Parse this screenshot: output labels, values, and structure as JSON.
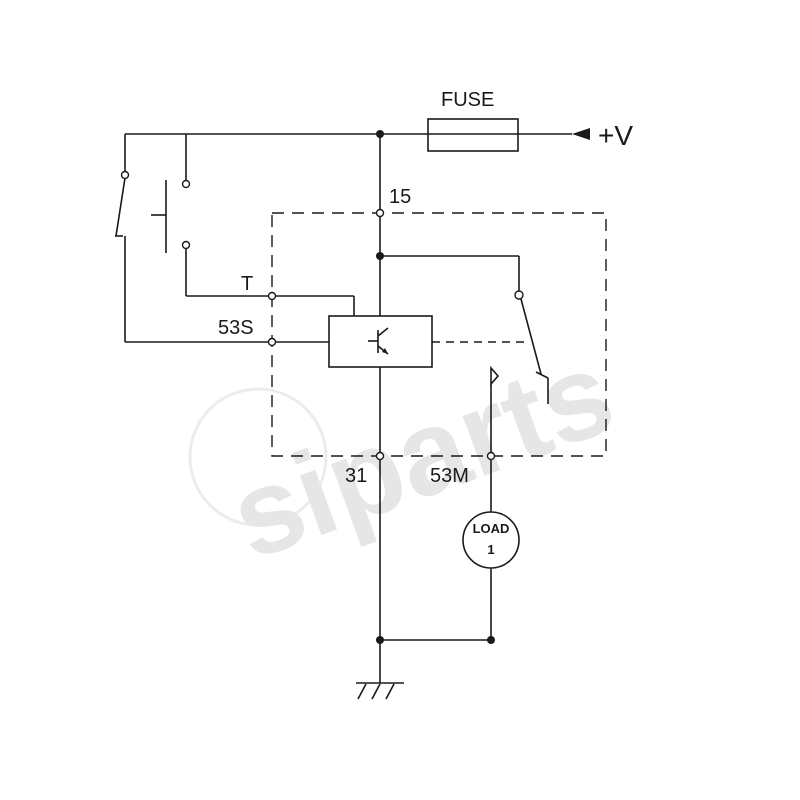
{
  "labels": {
    "fuse": "FUSE",
    "supply": "+V",
    "terminal_15": "15",
    "terminal_t": "T",
    "terminal_53s": "53S",
    "terminal_31": "31",
    "terminal_53m": "53M",
    "load_line1": "LOAD",
    "load_line2": "1"
  },
  "watermark": {
    "brand_text": "siparts"
  },
  "colors": {
    "line": "#1a1a1a",
    "watermark": "#e6e6e6",
    "background": "#ffffff"
  }
}
